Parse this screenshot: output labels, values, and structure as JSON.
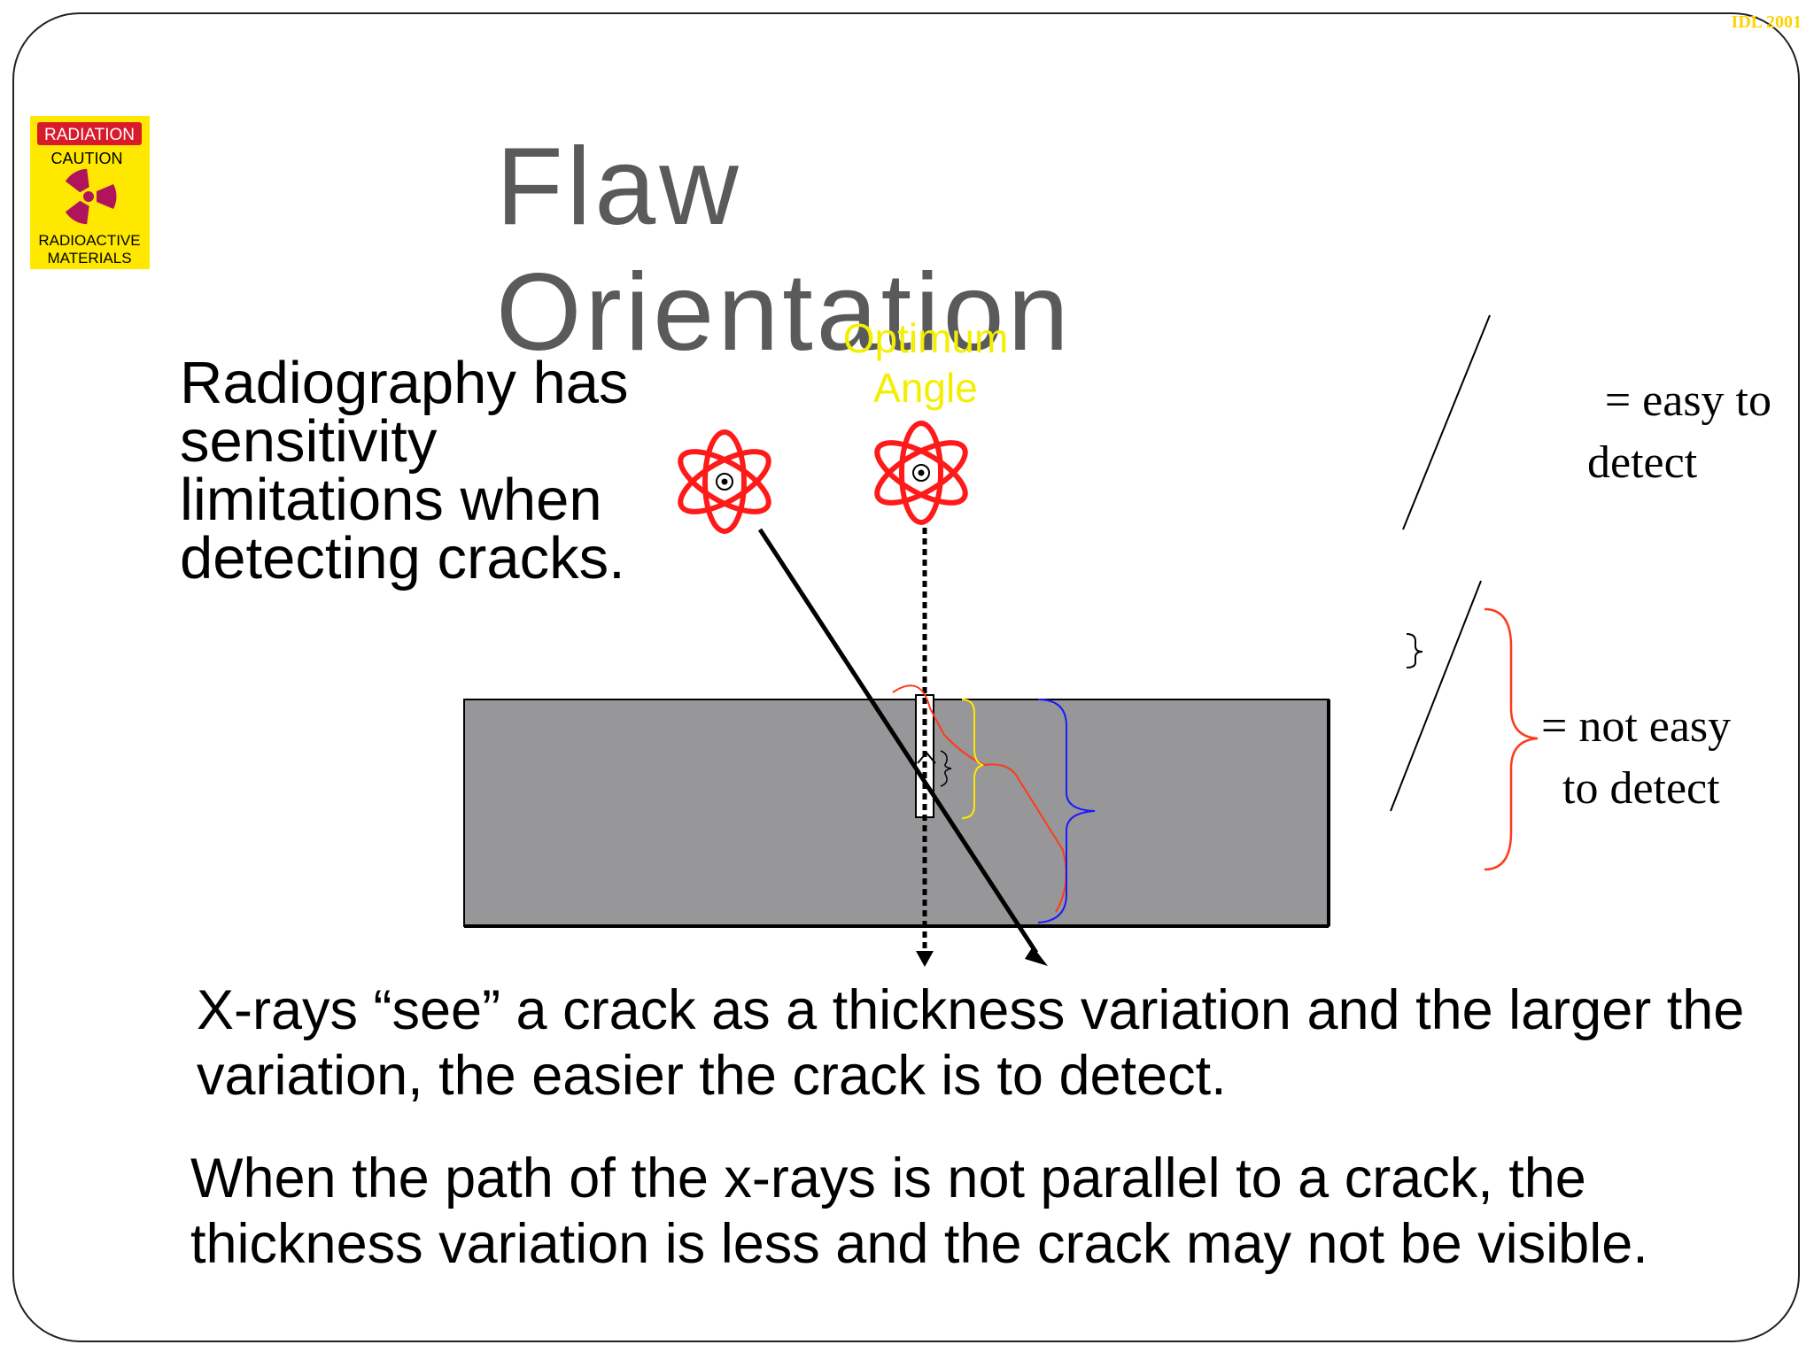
{
  "watermark": "IDL 2001",
  "badge": {
    "line1": "RADIATION",
    "line2": "CAUTION",
    "line3": "RADIOACTIVE",
    "line4": "MATERIALS"
  },
  "title": "Flaw Orientation",
  "left_text": "Radiography has sensitivity limitations when detecting cracks.",
  "optimum_angle": {
    "line1": "Optimum",
    "line2": "Angle"
  },
  "legend": {
    "easy_line1": "= easy to",
    "easy_line2": "detect",
    "not_easy_line1": "= not easy",
    "not_easy_line2": "to detect"
  },
  "paragraph1": "X-rays “see” a crack as a thickness variation and the larger the variation, the easier the crack is to detect.",
  "paragraph2": "When the path of the x-rays is not parallel to a crack, the thickness variation is less and the crack may not be visible.",
  "colors": {
    "title": "#5a5a5a",
    "optimum_label": "#f4ef00",
    "source_atom": "#ff1a1a",
    "test_piece": "#979699",
    "brace_red": "#ff3a1a",
    "brace_yellow": "#ffe800",
    "brace_blue": "#1a1aff",
    "badge_bg": "#ffe800",
    "badge_red": "#d81a2a"
  },
  "icons": [
    "radiation-caution-badge",
    "radiation-source-atom-icon",
    "brace-icon"
  ]
}
